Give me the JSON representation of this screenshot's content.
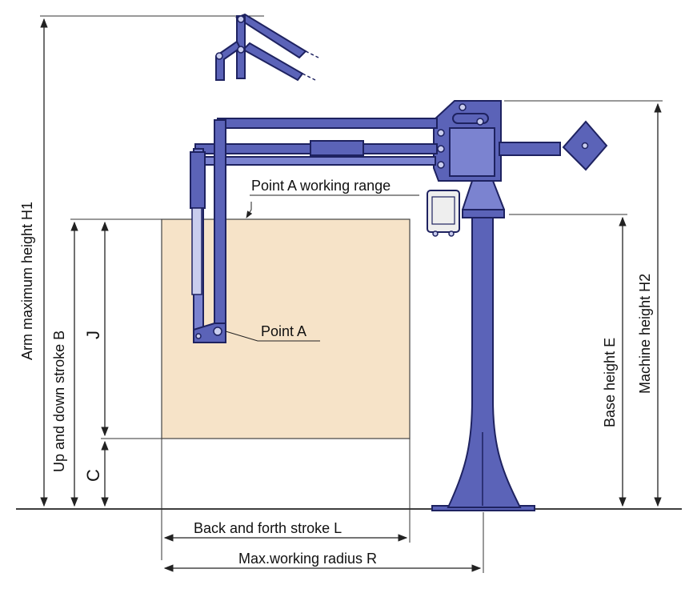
{
  "diagram": {
    "labels": {
      "arm_max_height": "Arm maximum height H1",
      "up_down_stroke": "Up and down stroke B",
      "j": "J",
      "c": "C",
      "point_a_range": "Point A working range",
      "point_a": "Point A",
      "base_height": "Base height  E",
      "machine_height": "Machine height  H2",
      "back_forth_stroke": "Back and forth stroke  L",
      "max_working_radius": "Max.working radius  R"
    },
    "colors": {
      "machine_body": "#5b63b8",
      "machine_outline": "#1e2260",
      "working_range_fill": "#f6e3c8"
    }
  }
}
